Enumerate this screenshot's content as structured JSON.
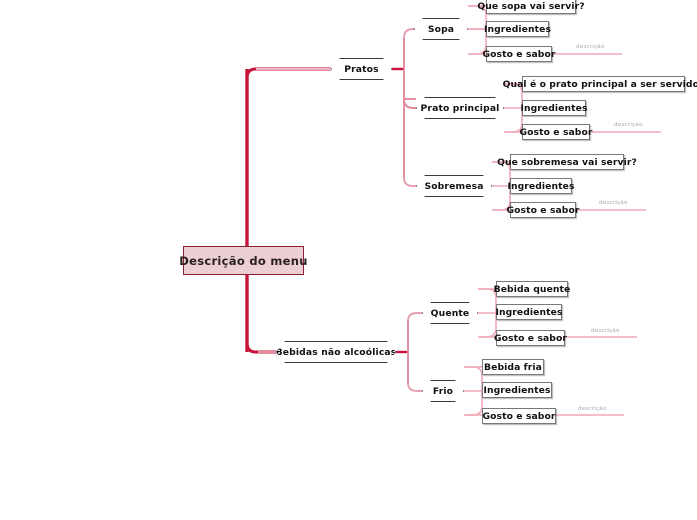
{
  "diagram": {
    "type": "mind-map",
    "title": "Descrição do menu",
    "background_color": "#ffffff",
    "colors": {
      "root_fill": "#eccfd4",
      "root_border": "#8c1d32",
      "trunk_line": "#c8143c",
      "branch_line": "#e08a9c",
      "leaf_line": "#f0a8b6",
      "node_fill": "#ffffff",
      "node_border": "#3a3a3a",
      "leaf_border": "#77797c",
      "caption_color": "#a8a8a8"
    },
    "root": {
      "label": "Descrição do menu"
    },
    "branches": [
      {
        "label": "Pratos",
        "children": [
          {
            "label": "Sopa",
            "leaves": [
              {
                "label": "Que sopa vai servir?",
                "caption": ""
              },
              {
                "label": "Ingredientes",
                "caption": ""
              },
              {
                "label": "Gosto e sabor",
                "caption": "descrição"
              }
            ]
          },
          {
            "label": "Prato principal",
            "leaves": [
              {
                "label": "Qual é o prato principal a ser servido?",
                "caption": ""
              },
              {
                "label": "Ingredientes",
                "caption": ""
              },
              {
                "label": "Gosto e sabor",
                "caption": "descrição"
              }
            ]
          },
          {
            "label": "Sobremesa",
            "leaves": [
              {
                "label": "Que sobremesa vai servir?",
                "caption": ""
              },
              {
                "label": "Ingredientes",
                "caption": ""
              },
              {
                "label": "Gosto e sabor",
                "caption": "descrição"
              }
            ]
          }
        ]
      },
      {
        "label": "Bebidas não alcoólicas",
        "children": [
          {
            "label": "Quente",
            "leaves": [
              {
                "label": "Bebida quente",
                "caption": ""
              },
              {
                "label": "Ingredientes",
                "caption": ""
              },
              {
                "label": "Gosto e sabor",
                "caption": "descrição"
              }
            ]
          },
          {
            "label": "Frio",
            "leaves": [
              {
                "label": "Bebida fria",
                "caption": ""
              },
              {
                "label": "Ingredientes",
                "caption": ""
              },
              {
                "label": "Gosto e sabor",
                "caption": "descrição"
              }
            ]
          }
        ]
      }
    ]
  }
}
